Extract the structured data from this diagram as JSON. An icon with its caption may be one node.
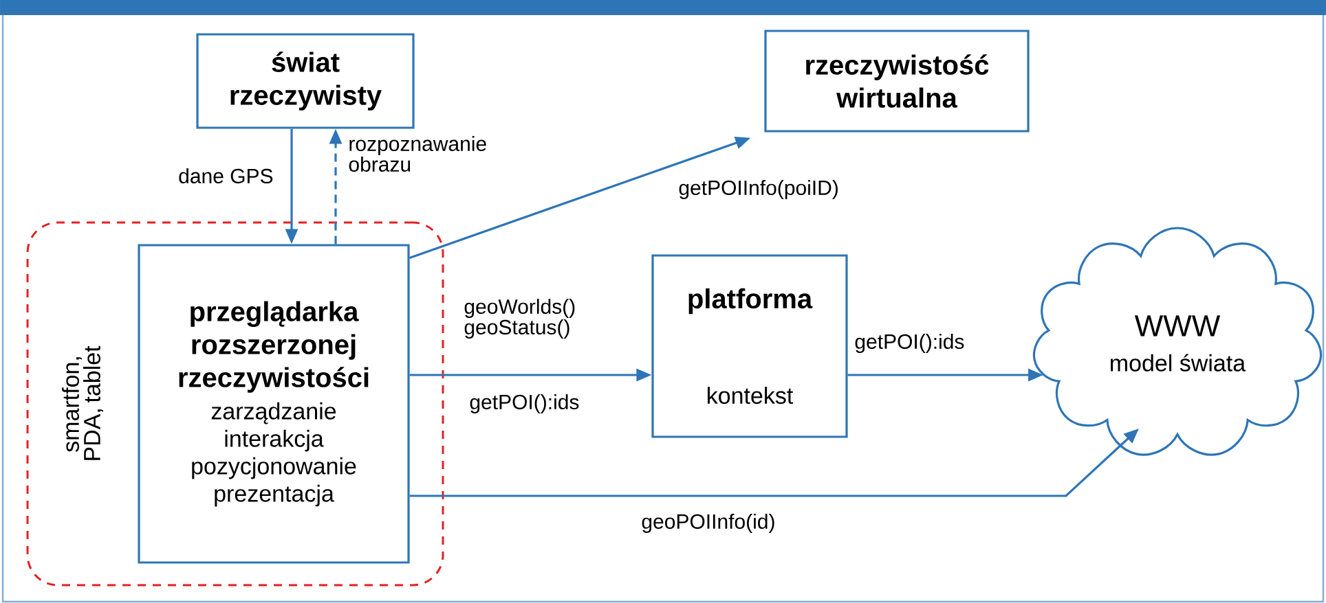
{
  "diagram": {
    "nodes": [
      {
        "text": [
          "świat rzeczywisty"
        ]
      },
      {
        "text": [
          "rzeczywistość wirtualna"
        ]
      },
      {
        "text": [
          "smartfon, PDA, tablet"
        ]
      },
      {
        "text": [
          "przeglądarka rozszerzonej rzeczywistości",
          "zarządzanie interakcja pozycjonowanie prezentacja"
        ],
        "in": 2
      },
      {
        "text": [
          "platforma",
          "kontekst"
        ]
      },
      {
        "text": [
          "WWW",
          "model świata"
        ]
      }
    ],
    "edges": [
      {
        "from": 0,
        "to": 3,
        "arrow": "to",
        "label": "dane GPS"
      },
      {
        "from": 3,
        "to": 0,
        "arrow": "to",
        "style": "dashed",
        "label": "rozpoznawanie obrazu"
      },
      {
        "from": 3,
        "to": 1,
        "arrow": "to",
        "label": "getPOIInfo(poiID)"
      },
      {
        "from": 3,
        "to": 4,
        "arrow": "to",
        "label": "geoWorlds() geoStatus()"
      },
      {
        "from": 4,
        "to": 5,
        "arrow": "to",
        "label": "getPOI():ids"
      },
      {
        "from": 3,
        "to": 5,
        "arrow": "to",
        "label": "geoPOIInfo(id)"
      }
    ],
    "labels": [
      "getPOI():ids"
    ]
  }
}
